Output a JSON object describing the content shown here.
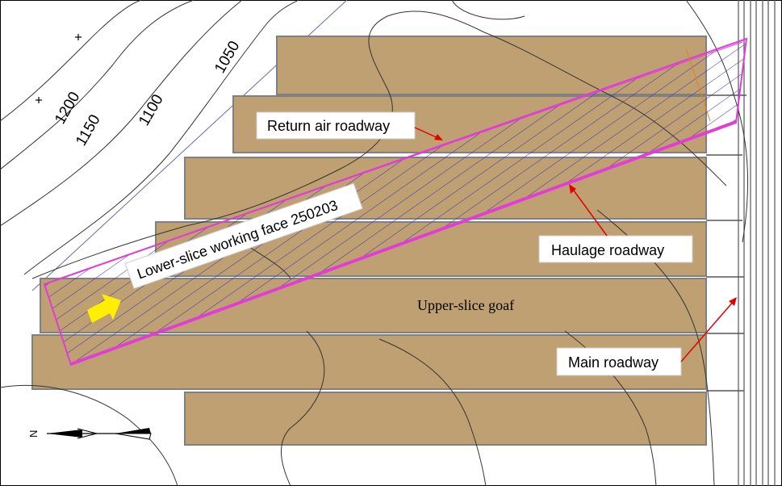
{
  "contours": [
    "1200",
    "1150",
    "1100",
    "1050"
  ],
  "labels": {
    "return_air": "Return air roadway",
    "haulage": "Haulage roadway",
    "main": "Main roadway",
    "upper_goaf": "Upper-slice goaf",
    "working_face": "Lower-slice working face 250203"
  },
  "north": "N",
  "colors": {
    "goaf": "#bfa072",
    "roadway_border": "#7f7f7f",
    "panel_pink": "#e23bd8",
    "hatch": "#3b2fa8",
    "arrow_red": "#e00000",
    "arrow_yellow": "#ffee00"
  }
}
